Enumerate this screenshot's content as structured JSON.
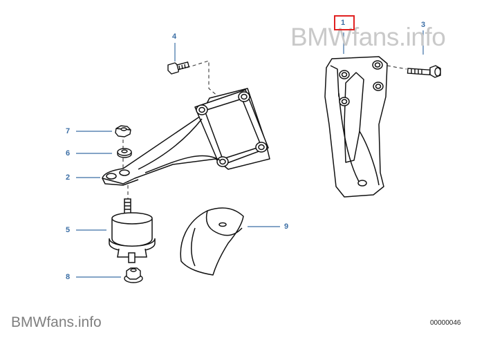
{
  "watermark": {
    "brand": "BMWfans",
    "suffix": ".info"
  },
  "diagram_number": "00000046",
  "highlighted_part": "1",
  "callouts": [
    {
      "id": "c1",
      "label": "1"
    },
    {
      "id": "c2",
      "label": "2"
    },
    {
      "id": "c3",
      "label": "3"
    },
    {
      "id": "c4",
      "label": "4"
    },
    {
      "id": "c5",
      "label": "5"
    },
    {
      "id": "c6",
      "label": "6"
    },
    {
      "id": "c7",
      "label": "7"
    },
    {
      "id": "c8",
      "label": "8"
    },
    {
      "id": "c9",
      "label": "9"
    }
  ],
  "colors": {
    "callout_text": "#3b6ea5",
    "leader_line": "#3b6ea5",
    "highlight_box": "#e02020",
    "part_stroke": "#111111",
    "watermark_top": "#c9c9c9",
    "watermark_bottom": "#7f7f7f"
  }
}
